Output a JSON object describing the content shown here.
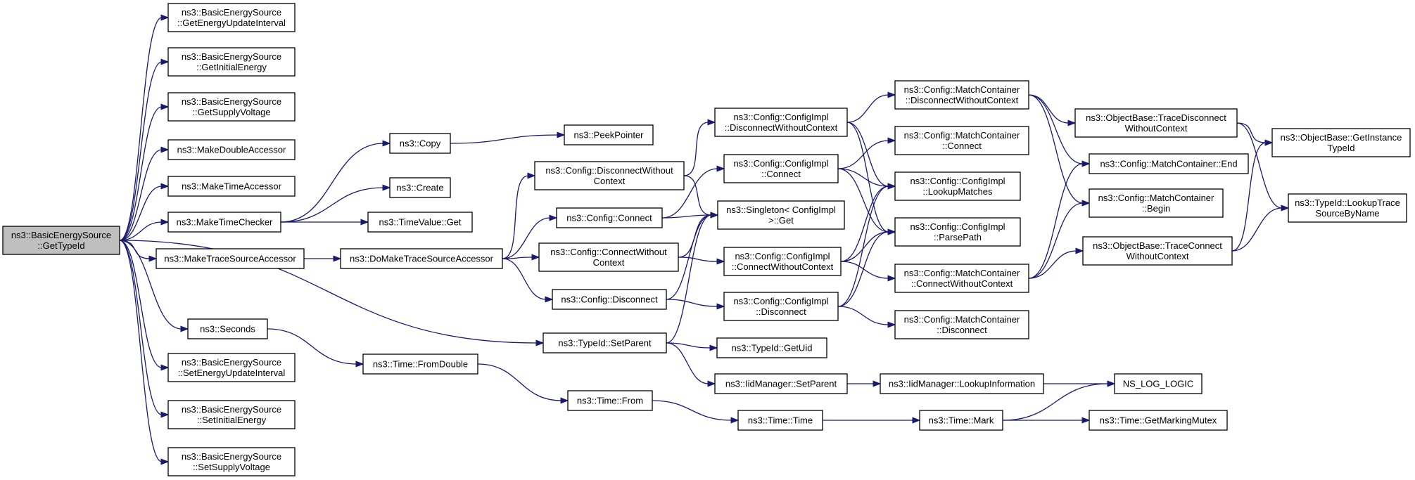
{
  "diagram": {
    "kind": "call-graph",
    "colors": {
      "edge": "#191970",
      "node_fill": "#ffffff",
      "root_fill": "#bfbfbf",
      "border": "#000000"
    },
    "nodes": {
      "getTypeId": {
        "lines": [
          "ns3::BasicEnergySource",
          "::GetTypeId"
        ],
        "root": true
      },
      "getEnergyUpdInt": {
        "lines": [
          "ns3::BasicEnergySource",
          "::GetEnergyUpdateInterval"
        ]
      },
      "getInitialEnergy": {
        "lines": [
          "ns3::BasicEnergySource",
          "::GetInitialEnergy"
        ]
      },
      "getSupplyVoltage": {
        "lines": [
          "ns3::BasicEnergySource",
          "::GetSupplyVoltage"
        ]
      },
      "makeDoubleAccessor": {
        "lines": [
          "ns3::MakeDoubleAccessor"
        ]
      },
      "makeTimeAccessor": {
        "lines": [
          "ns3::MakeTimeAccessor"
        ]
      },
      "makeTimeChecker": {
        "lines": [
          "ns3::MakeTimeChecker"
        ]
      },
      "makeTraceSrcAcc": {
        "lines": [
          "ns3::MakeTraceSourceAccessor"
        ]
      },
      "seconds": {
        "lines": [
          "ns3::Seconds"
        ]
      },
      "setEnergyUpdInt": {
        "lines": [
          "ns3::BasicEnergySource",
          "::SetEnergyUpdateInterval"
        ]
      },
      "setInitialEnergy": {
        "lines": [
          "ns3::BasicEnergySource",
          "::SetInitialEnergy"
        ]
      },
      "setSupplyVoltage": {
        "lines": [
          "ns3::BasicEnergySource",
          "::SetSupplyVoltage"
        ]
      },
      "copy": {
        "lines": [
          "ns3::Copy"
        ]
      },
      "create": {
        "lines": [
          "ns3::Create"
        ]
      },
      "timeValueGet": {
        "lines": [
          "ns3::TimeValue::Get"
        ]
      },
      "doMakeTraceSrcAcc": {
        "lines": [
          "ns3::DoMakeTraceSourceAccessor"
        ]
      },
      "timeFromDouble": {
        "lines": [
          "ns3::Time::FromDouble"
        ]
      },
      "peekPointer": {
        "lines": [
          "ns3::PeekPointer"
        ]
      },
      "cfgDisconnectWC": {
        "lines": [
          "ns3::Config::DisconnectWithout",
          "Context"
        ]
      },
      "cfgConnect": {
        "lines": [
          "ns3::Config::Connect"
        ]
      },
      "cfgConnectWC": {
        "lines": [
          "ns3::Config::ConnectWithout",
          "Context"
        ]
      },
      "cfgDisconnect": {
        "lines": [
          "ns3::Config::Disconnect"
        ]
      },
      "typeIdSetParent": {
        "lines": [
          "ns3::TypeId::SetParent"
        ]
      },
      "timeFrom": {
        "lines": [
          "ns3::Time::From"
        ]
      },
      "implDisconnectWC": {
        "lines": [
          "ns3::Config::ConfigImpl",
          "::DisconnectWithoutContext"
        ]
      },
      "implConnect": {
        "lines": [
          "ns3::Config::ConfigImpl",
          "::Connect"
        ]
      },
      "singletonGet": {
        "lines": [
          "ns3::Singleton< ConfigImpl",
          ">::Get"
        ]
      },
      "implConnectWC": {
        "lines": [
          "ns3::Config::ConfigImpl",
          "::ConnectWithoutContext"
        ]
      },
      "implDisconnect": {
        "lines": [
          "ns3::Config::ConfigImpl",
          "::Disconnect"
        ]
      },
      "typeIdGetUid": {
        "lines": [
          "ns3::TypeId::GetUid"
        ]
      },
      "iidSetParent": {
        "lines": [
          "ns3::IidManager::SetParent"
        ]
      },
      "timeTime": {
        "lines": [
          "ns3::Time::Time"
        ]
      },
      "mcDisconnectWC": {
        "lines": [
          "ns3::Config::MatchContainer",
          "::DisconnectWithoutContext"
        ]
      },
      "mcConnect": {
        "lines": [
          "ns3::Config::MatchContainer",
          "::Connect"
        ]
      },
      "implLookupMatches": {
        "lines": [
          "ns3::Config::ConfigImpl",
          "::LookupMatches"
        ]
      },
      "implParsePath": {
        "lines": [
          "ns3::Config::ConfigImpl",
          "::ParsePath"
        ]
      },
      "mcConnectWC": {
        "lines": [
          "ns3::Config::MatchContainer",
          "::ConnectWithoutContext"
        ]
      },
      "mcDisconnect": {
        "lines": [
          "ns3::Config::MatchContainer",
          "::Disconnect"
        ]
      },
      "iidLookupInfo": {
        "lines": [
          "ns3::IidManager::LookupInformation"
        ]
      },
      "timeMark": {
        "lines": [
          "ns3::Time::Mark"
        ]
      },
      "obTraceDisconnectWC": {
        "lines": [
          "ns3::ObjectBase::TraceDisconnect",
          "WithoutContext"
        ]
      },
      "mcEnd": {
        "lines": [
          "ns3::Config::MatchContainer::End"
        ]
      },
      "mcBegin": {
        "lines": [
          "ns3::Config::MatchContainer",
          "::Begin"
        ]
      },
      "obTraceConnectWC": {
        "lines": [
          "ns3::ObjectBase::TraceConnect",
          "WithoutContext"
        ]
      },
      "nsLogLogic": {
        "lines": [
          "NS_LOG_LOGIC"
        ]
      },
      "timeGetMarkingMutex": {
        "lines": [
          "ns3::Time::GetMarkingMutex"
        ]
      },
      "obGetInstanceTypeId": {
        "lines": [
          "ns3::ObjectBase::GetInstance",
          "TypeId"
        ]
      },
      "typeIdLookupTrace": {
        "lines": [
          "ns3::TypeId::LookupTrace",
          "SourceByName"
        ]
      }
    },
    "edges": [
      [
        "getTypeId",
        "getEnergyUpdInt"
      ],
      [
        "getTypeId",
        "getInitialEnergy"
      ],
      [
        "getTypeId",
        "getSupplyVoltage"
      ],
      [
        "getTypeId",
        "makeDoubleAccessor"
      ],
      [
        "getTypeId",
        "makeTimeAccessor"
      ],
      [
        "getTypeId",
        "makeTimeChecker"
      ],
      [
        "getTypeId",
        "makeTraceSrcAcc"
      ],
      [
        "getTypeId",
        "seconds"
      ],
      [
        "getTypeId",
        "setEnergyUpdInt"
      ],
      [
        "getTypeId",
        "setInitialEnergy"
      ],
      [
        "getTypeId",
        "setSupplyVoltage"
      ],
      [
        "getTypeId",
        "typeIdSetParent"
      ],
      [
        "makeTimeChecker",
        "copy"
      ],
      [
        "makeTimeChecker",
        "create"
      ],
      [
        "makeTimeChecker",
        "timeValueGet"
      ],
      [
        "copy",
        "peekPointer"
      ],
      [
        "makeTraceSrcAcc",
        "doMakeTraceSrcAcc"
      ],
      [
        "doMakeTraceSrcAcc",
        "cfgDisconnectWC"
      ],
      [
        "doMakeTraceSrcAcc",
        "cfgConnect"
      ],
      [
        "doMakeTraceSrcAcc",
        "cfgConnectWC"
      ],
      [
        "doMakeTraceSrcAcc",
        "cfgDisconnect"
      ],
      [
        "seconds",
        "timeFromDouble"
      ],
      [
        "timeFromDouble",
        "timeFrom"
      ],
      [
        "timeFrom",
        "timeTime"
      ],
      [
        "timeTime",
        "timeMark"
      ],
      [
        "timeMark",
        "nsLogLogic"
      ],
      [
        "timeMark",
        "timeGetMarkingMutex"
      ],
      [
        "cfgDisconnectWC",
        "implDisconnectWC"
      ],
      [
        "cfgDisconnectWC",
        "singletonGet"
      ],
      [
        "cfgConnect",
        "implConnect"
      ],
      [
        "cfgConnect",
        "singletonGet"
      ],
      [
        "cfgConnectWC",
        "implConnectWC"
      ],
      [
        "cfgConnectWC",
        "singletonGet"
      ],
      [
        "cfgDisconnect",
        "implDisconnect"
      ],
      [
        "cfgDisconnect",
        "singletonGet"
      ],
      [
        "typeIdSetParent",
        "typeIdGetUid"
      ],
      [
        "typeIdSetParent",
        "iidSetParent"
      ],
      [
        "typeIdSetParent",
        "singletonGet"
      ],
      [
        "iidSetParent",
        "iidLookupInfo"
      ],
      [
        "iidLookupInfo",
        "nsLogLogic"
      ],
      [
        "implDisconnectWC",
        "mcDisconnectWC"
      ],
      [
        "implDisconnectWC",
        "implLookupMatches"
      ],
      [
        "implDisconnectWC",
        "implParsePath"
      ],
      [
        "implConnect",
        "mcConnect"
      ],
      [
        "implConnect",
        "implLookupMatches"
      ],
      [
        "implConnect",
        "implParsePath"
      ],
      [
        "implConnectWC",
        "mcConnectWC"
      ],
      [
        "implConnectWC",
        "implLookupMatches"
      ],
      [
        "implConnectWC",
        "implParsePath"
      ],
      [
        "implDisconnect",
        "mcDisconnect"
      ],
      [
        "implDisconnect",
        "implLookupMatches"
      ],
      [
        "implDisconnect",
        "implParsePath"
      ],
      [
        "mcDisconnectWC",
        "obTraceDisconnectWC"
      ],
      [
        "mcDisconnectWC",
        "mcEnd"
      ],
      [
        "mcDisconnectWC",
        "mcBegin"
      ],
      [
        "mcConnectWC",
        "obTraceConnectWC"
      ],
      [
        "mcConnectWC",
        "mcEnd"
      ],
      [
        "mcConnectWC",
        "mcBegin"
      ],
      [
        "obTraceDisconnectWC",
        "obGetInstanceTypeId"
      ],
      [
        "obTraceDisconnectWC",
        "typeIdLookupTrace"
      ],
      [
        "obTraceConnectWC",
        "obGetInstanceTypeId"
      ],
      [
        "obTraceConnectWC",
        "typeIdLookupTrace"
      ]
    ]
  }
}
